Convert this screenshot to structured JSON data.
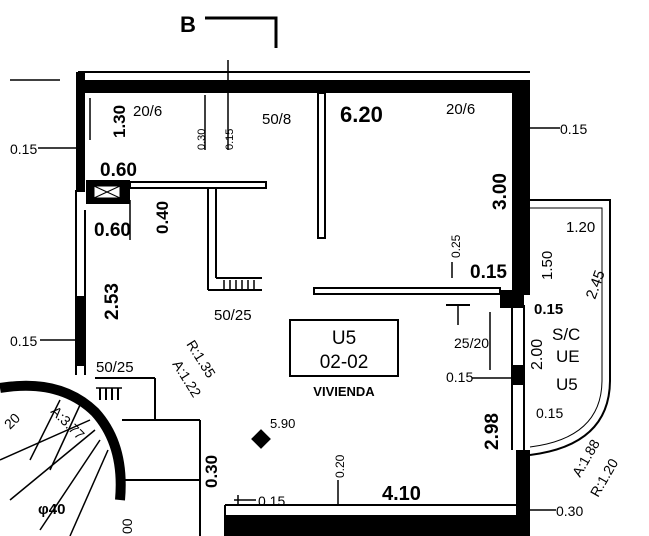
{
  "section_marker": "B",
  "unit": {
    "name": "U5",
    "code": "02-02",
    "type": "VIVIENDA"
  },
  "adjacent_unit": {
    "line1": "S/C",
    "line2": "UE",
    "line3": "U5"
  },
  "labels": {
    "dim_130": "1.30",
    "beam_20_6_left": "20/6",
    "v_030_top": "0.30",
    "v_015_top": "0.15",
    "beam_50_8": "50/8",
    "dim_620": "6.20",
    "beam_20_6_right": "20/6",
    "h_015_right_top": "0.15",
    "h_015_left_top": "0.15",
    "dim_060_a": "0.60",
    "dim_040": "0.40",
    "dim_060_b": "0.60",
    "dim_300": "3.00",
    "dim_120": "1.20",
    "v_025": "0.25",
    "dim_015_mid": "0.15",
    "dim_150": "1.50",
    "dim_245": "2.45",
    "dim_253": "2.53",
    "beam_50_25_mid": "50/25",
    "h_015_left_mid": "0.15",
    "dim_015_right_mid": "0.15",
    "beam_25_20": "25/20",
    "dim_200": "2.00",
    "beam_50_25_low": "50/25",
    "radius_135": "R:1.35",
    "area_122": "A:1.22",
    "h_015_window": "0.15",
    "dim_015_low": "0.15",
    "dim_298": "2.98",
    "area_377": "A:3.77",
    "level_590": "5.90",
    "dim_188": "A:1.88",
    "dim_r120": "R:1.20",
    "v_030_low": "0.30",
    "v_020_low": "0.20",
    "dim_410": "4.10",
    "h_015_bottom": "0.15",
    "h_030_bottom": "0.30",
    "dim_20_stair": "20",
    "dim_phi40": "φ40",
    "dim_00": "00"
  }
}
